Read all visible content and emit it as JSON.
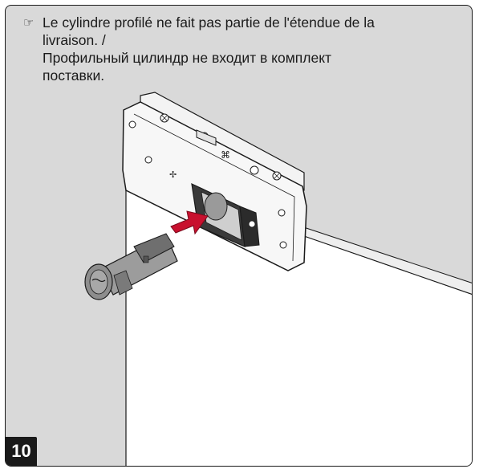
{
  "note": {
    "icon": "pointing-hand-icon",
    "lines": [
      "Le cylindre profilé ne fait pas partie de l'étendue de la",
      "livraison. /",
      "Профильный цилиндр не входит в комплект",
      "поставки."
    ]
  },
  "step_number": "10",
  "colors": {
    "background": "#d9d9d9",
    "door": "#ffffff",
    "outline": "#1a1a1a",
    "arrow": "#c8102e",
    "badge": "#1a1a1a"
  }
}
